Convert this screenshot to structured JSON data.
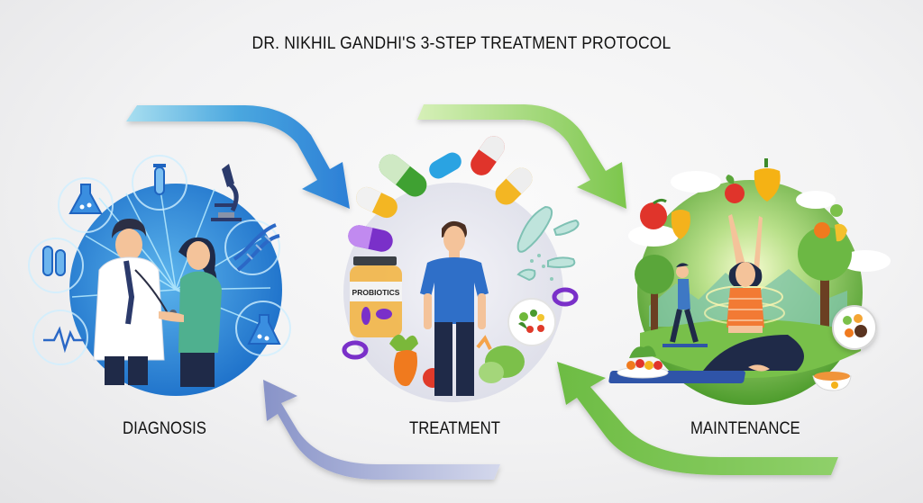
{
  "title": "DR. NIKHIL GANDHI'S 3-STEP TREATMENT PROTOCOL",
  "stages": [
    {
      "label": "DIAGNOSIS",
      "theme_color": "#2f86d9",
      "icons": [
        "flask-icon",
        "test-tube-icon",
        "microscope-icon",
        "dna-icon",
        "test-tubes-icon",
        "heartbeat-icon",
        "flask-icon"
      ],
      "figures": [
        "doctor-with-stethoscope",
        "patient"
      ]
    },
    {
      "label": "TREATMENT",
      "theme_color": "#e6e7ef",
      "jar_label": "PROBIOTICS",
      "icons": [
        "capsule-yellow",
        "capsule-green",
        "capsule-blue",
        "capsule-red",
        "capsule-yellow",
        "capsule-purple",
        "probiotics-jar",
        "bacteria-icon",
        "salad-plate",
        "carrot",
        "tomato",
        "broccoli"
      ],
      "figures": [
        "man-in-blue-shirt"
      ]
    },
    {
      "label": "MAINTENANCE",
      "theme_color": "#6dbb3f",
      "icons": [
        "apple-icon",
        "bell-pepper-icon",
        "tree-icon",
        "plate-icon",
        "bowl-icon",
        "cloud-icon"
      ],
      "figures": [
        "woman-doing-yoga",
        "man-walking"
      ]
    }
  ],
  "arrows": [
    {
      "from": "DIAGNOSIS",
      "to": "TREATMENT",
      "color": "#2f86d9"
    },
    {
      "from": "TREATMENT",
      "to": "MAINTENANCE",
      "color": "#8cce5a"
    },
    {
      "from": "MAINTENANCE",
      "to": "TREATMENT",
      "color": "#72c24a"
    },
    {
      "from": "TREATMENT",
      "to": "DIAGNOSIS",
      "color": "#9ea8d2"
    }
  ]
}
